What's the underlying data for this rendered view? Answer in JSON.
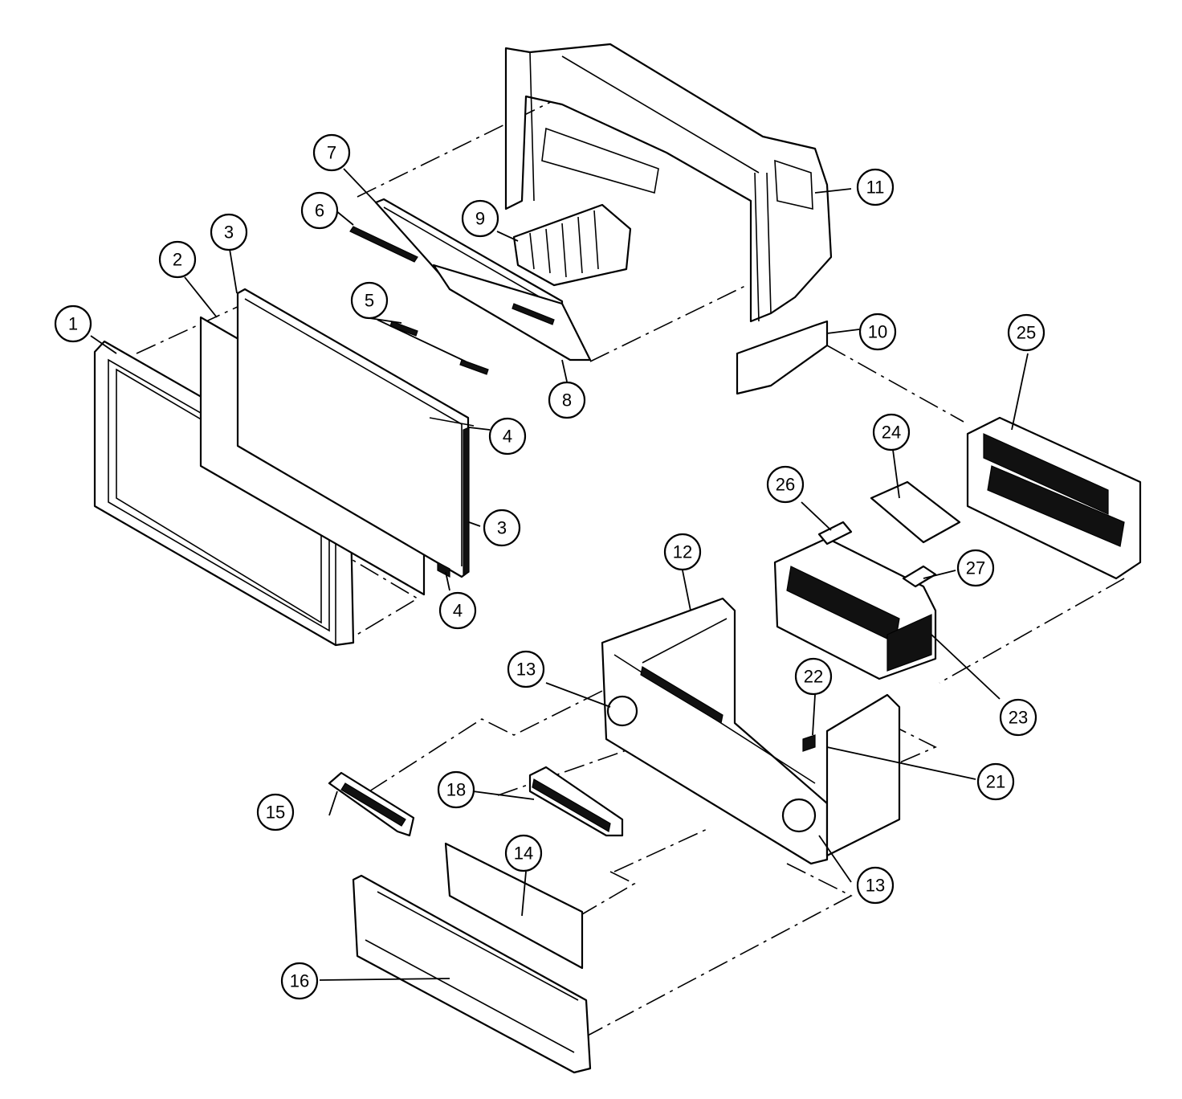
{
  "diagram": {
    "callouts": [
      "1",
      "2",
      "3",
      "4",
      "5",
      "6",
      "7",
      "8",
      "9",
      "10",
      "11",
      "12",
      "13",
      "14",
      "15",
      "16",
      "18",
      "21",
      "22",
      "23",
      "24",
      "25",
      "26",
      "27"
    ]
  }
}
